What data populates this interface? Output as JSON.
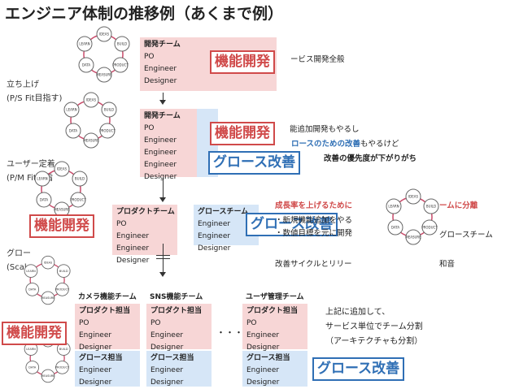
{
  "title": "エンジニア体制の推移例（あくまで例）",
  "stages": [
    {
      "label": "立ち上げ",
      "sub": "(P/S Fit目指す)"
    },
    {
      "label": "ユーザー定着",
      "sub": "(P/M Fit目指"
    },
    {
      "label": "グロー",
      "sub": "(Scal"
    }
  ],
  "cycle_labels": [
    "IDEAS",
    "BUILD",
    "PRODUCT",
    "MEASURE",
    "DATA",
    "LEARN"
  ],
  "tags": {
    "feature_dev": "機能開発",
    "growth": "グロース改善"
  },
  "team1": {
    "name": "開発チーム",
    "members": [
      "PO",
      "Engineer",
      "Designer"
    ],
    "note": "ービス開発全般"
  },
  "team2": {
    "name": "開発チーム",
    "members": [
      "PO",
      "Engineer",
      "Engineer",
      "Engineer",
      "Designer"
    ],
    "note1": "能追加開発もやるし",
    "note2_a": "ロースのための改善",
    "note2_b": "もやるけど",
    "note3": "改善の優先度が下がりがち"
  },
  "stage3": {
    "product_team": {
      "name": "プロダクトチーム",
      "members": [
        "PO",
        "Engineer",
        "Engineer",
        "Designer"
      ]
    },
    "growth_team": {
      "name": "グロースチーム",
      "members": [
        "Engineer",
        "Engineer",
        "Designer"
      ]
    },
    "heading_a": "成長率を上げるために",
    "heading_b": "ームに分離",
    "bullet1": "・新規機能追加をやる",
    "bullet2": "・数値目標を元に開発",
    "right_note": "グロースチーム",
    "bottom_a": "改善サイクルとリリー",
    "bottom_b": "和音"
  },
  "stage4": {
    "teams": [
      {
        "name": "カメラ機能チーム",
        "product": "プロダクト担当",
        "members": [
          "PO",
          "Engineer",
          "Designer"
        ],
        "growth": "グロース担当",
        "growth_members": [
          "Engineer",
          "Designer"
        ]
      },
      {
        "name": "SNS機能チーム",
        "product": "プロダクト担当",
        "members": [
          "PO",
          "Engineer",
          "Designer"
        ],
        "growth": "グロース担当",
        "growth_members": [
          "Engineer",
          "Designer"
        ]
      },
      {
        "name": "ユーザ管理チーム",
        "product": "プロダクト担当",
        "members": [
          "PO",
          "Engineer",
          "Designer"
        ],
        "growth": "グロース担当",
        "growth_members": [
          "Engineer",
          "Designer"
        ]
      }
    ],
    "ellipsis": "・・・",
    "note": [
      "上記に追加して、",
      "サービス単位でチーム分割",
      "（アーキテクチャも分割）"
    ]
  },
  "colors": {
    "feature": "#d04a4a",
    "growth": "#2f6fb5",
    "pink_box": "#f7d6d6",
    "blue_box": "#d6e6f7"
  }
}
